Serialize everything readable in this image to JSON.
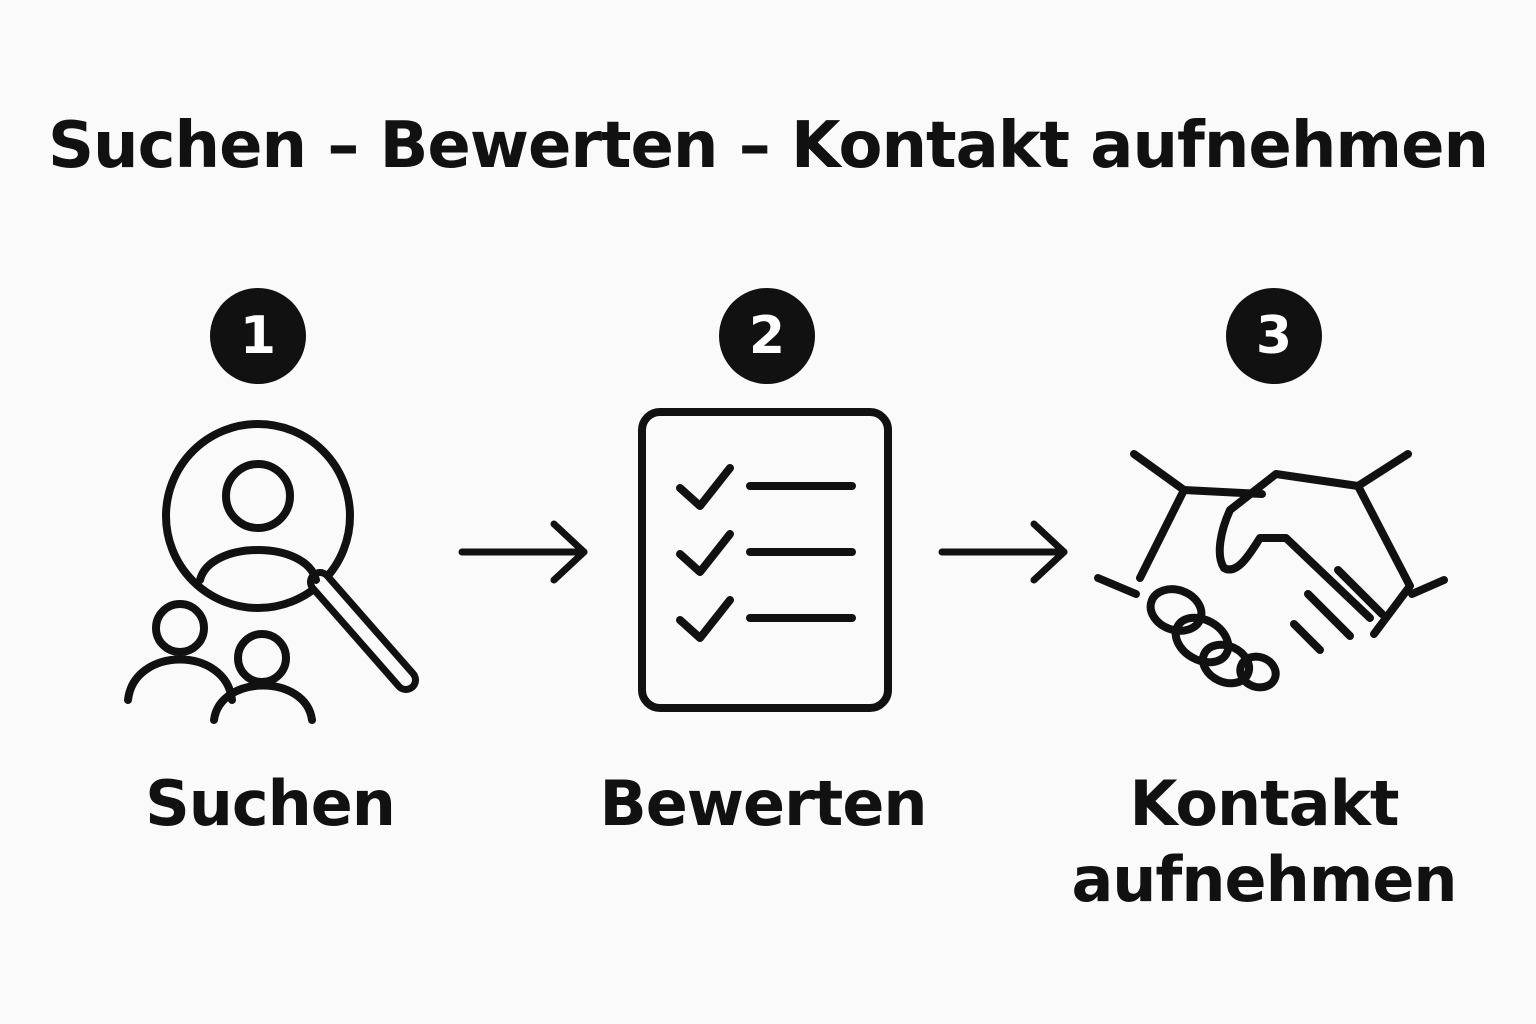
{
  "title": "Suchen – Bewerten – Kontakt aufnehmen",
  "steps": [
    {
      "number": "1",
      "label": "Suchen",
      "icon": "person-search-icon"
    },
    {
      "number": "2",
      "label": "Bewerten",
      "icon": "checklist-icon"
    },
    {
      "number": "3",
      "label_line1": "Kontakt",
      "label_line2": "aufnehmen",
      "icon": "handshake-icon"
    }
  ],
  "colors": {
    "background": "#fafafa",
    "ink": "#111111",
    "badge_text": "#ffffff"
  }
}
